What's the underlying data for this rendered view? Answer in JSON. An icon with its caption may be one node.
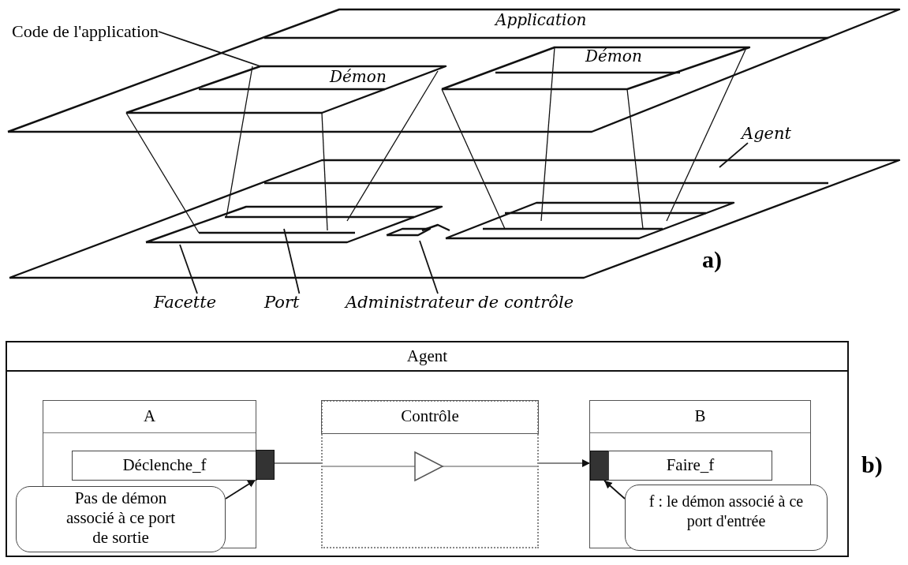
{
  "diagram": {
    "nodes": [
      {
        "text": [
          "Code de l'application"
        ]
      },
      {
        "text": [
          "Agent"
        ]
      },
      {
        "text": [
          "Facette"
        ]
      },
      {
        "text": [
          "Port"
        ]
      },
      {
        "text": [
          "Administrateur de contrôle"
        ]
      },
      {
        "text": [
          "Agent"
        ]
      },
      {
        "text": [
          "A"
        ],
        "in": 5
      },
      {
        "text": [
          "Déclenche_f"
        ],
        "in": 6
      },
      {
        "text": [],
        "shape": "box",
        "in": 5
      },
      {
        "text": [
          "Pas de démon associé à ce port de sortie"
        ],
        "in": 5
      },
      {
        "text": [
          "Contrôle"
        ],
        "in": 5
      },
      {
        "text": [
          "B"
        ],
        "in": 5
      },
      {
        "text": [],
        "shape": "box",
        "in": 11
      },
      {
        "text": [
          "Faire_f"
        ],
        "in": 11
      },
      {
        "text": [
          "f : le démon associé à ce port d'entrée"
        ],
        "in": 5
      },
      {
        "text": [
          "Démon"
        ]
      },
      {
        "text": [
          "Démon"
        ]
      }
    ],
    "edges": [
      {
        "from": 0,
        "to": 15,
        "arrow": "none"
      },
      {
        "from": 1,
        "to": null,
        "arrow": "none"
      },
      {
        "from": 2,
        "to": null,
        "arrow": "none"
      },
      {
        "from": 3,
        "to": null,
        "arrow": "none"
      },
      {
        "from": 4,
        "to": null,
        "arrow": "none"
      },
      {
        "from": 8,
        "to": 10,
        "arrow": "none"
      },
      {
        "from": 10,
        "to": 12,
        "arrow": "to"
      },
      {
        "from": 9,
        "to": 8,
        "arrow": "to"
      },
      {
        "from": 14,
        "to": 12,
        "arrow": "to"
      }
    ],
    "labels": [
      "Application",
      "a)",
      "b)"
    ]
  }
}
